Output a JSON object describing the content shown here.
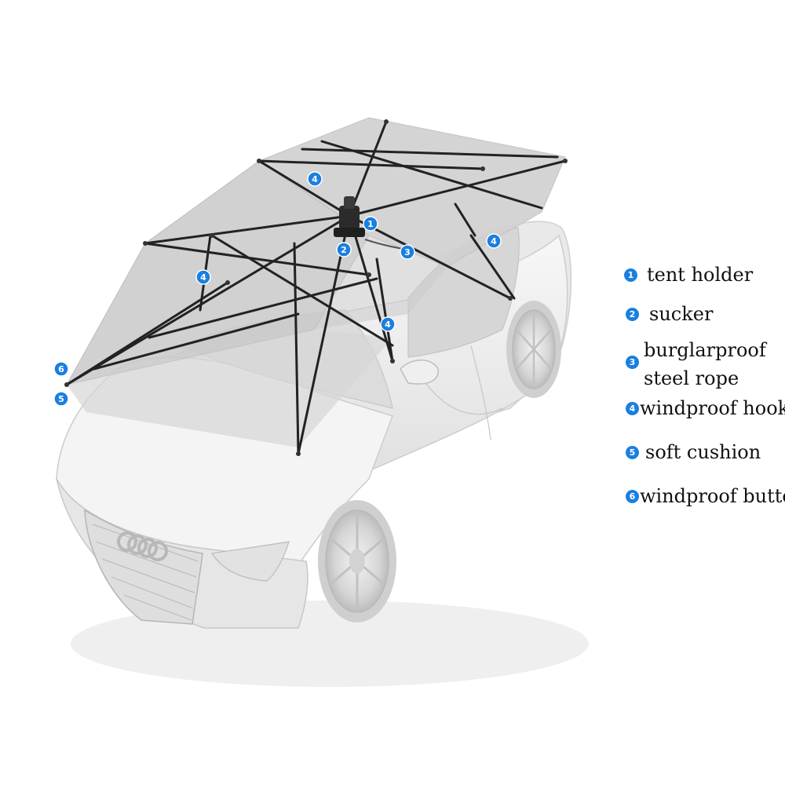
{
  "colors": {
    "badge": "#1a7fe0",
    "frame": "#222222",
    "canopy": "#cfcfcf",
    "car_body": "#eeeeee"
  },
  "callouts": [
    {
      "number": "1"
    },
    {
      "number": "2"
    },
    {
      "number": "3"
    },
    {
      "number": "4"
    },
    {
      "number": "4"
    },
    {
      "number": "4"
    },
    {
      "number": "4"
    },
    {
      "number": "5"
    },
    {
      "number": "6"
    }
  ],
  "legend": [
    {
      "number": "1",
      "label": "tent holder"
    },
    {
      "number": "2",
      "label": "sucker"
    },
    {
      "number": "3",
      "label": "burglarproof",
      "label_line2": "steel rope"
    },
    {
      "number": "4",
      "label": "windproof hook"
    },
    {
      "number": "5",
      "label": "soft cushion"
    },
    {
      "number": "6",
      "label": "windproof button"
    }
  ]
}
